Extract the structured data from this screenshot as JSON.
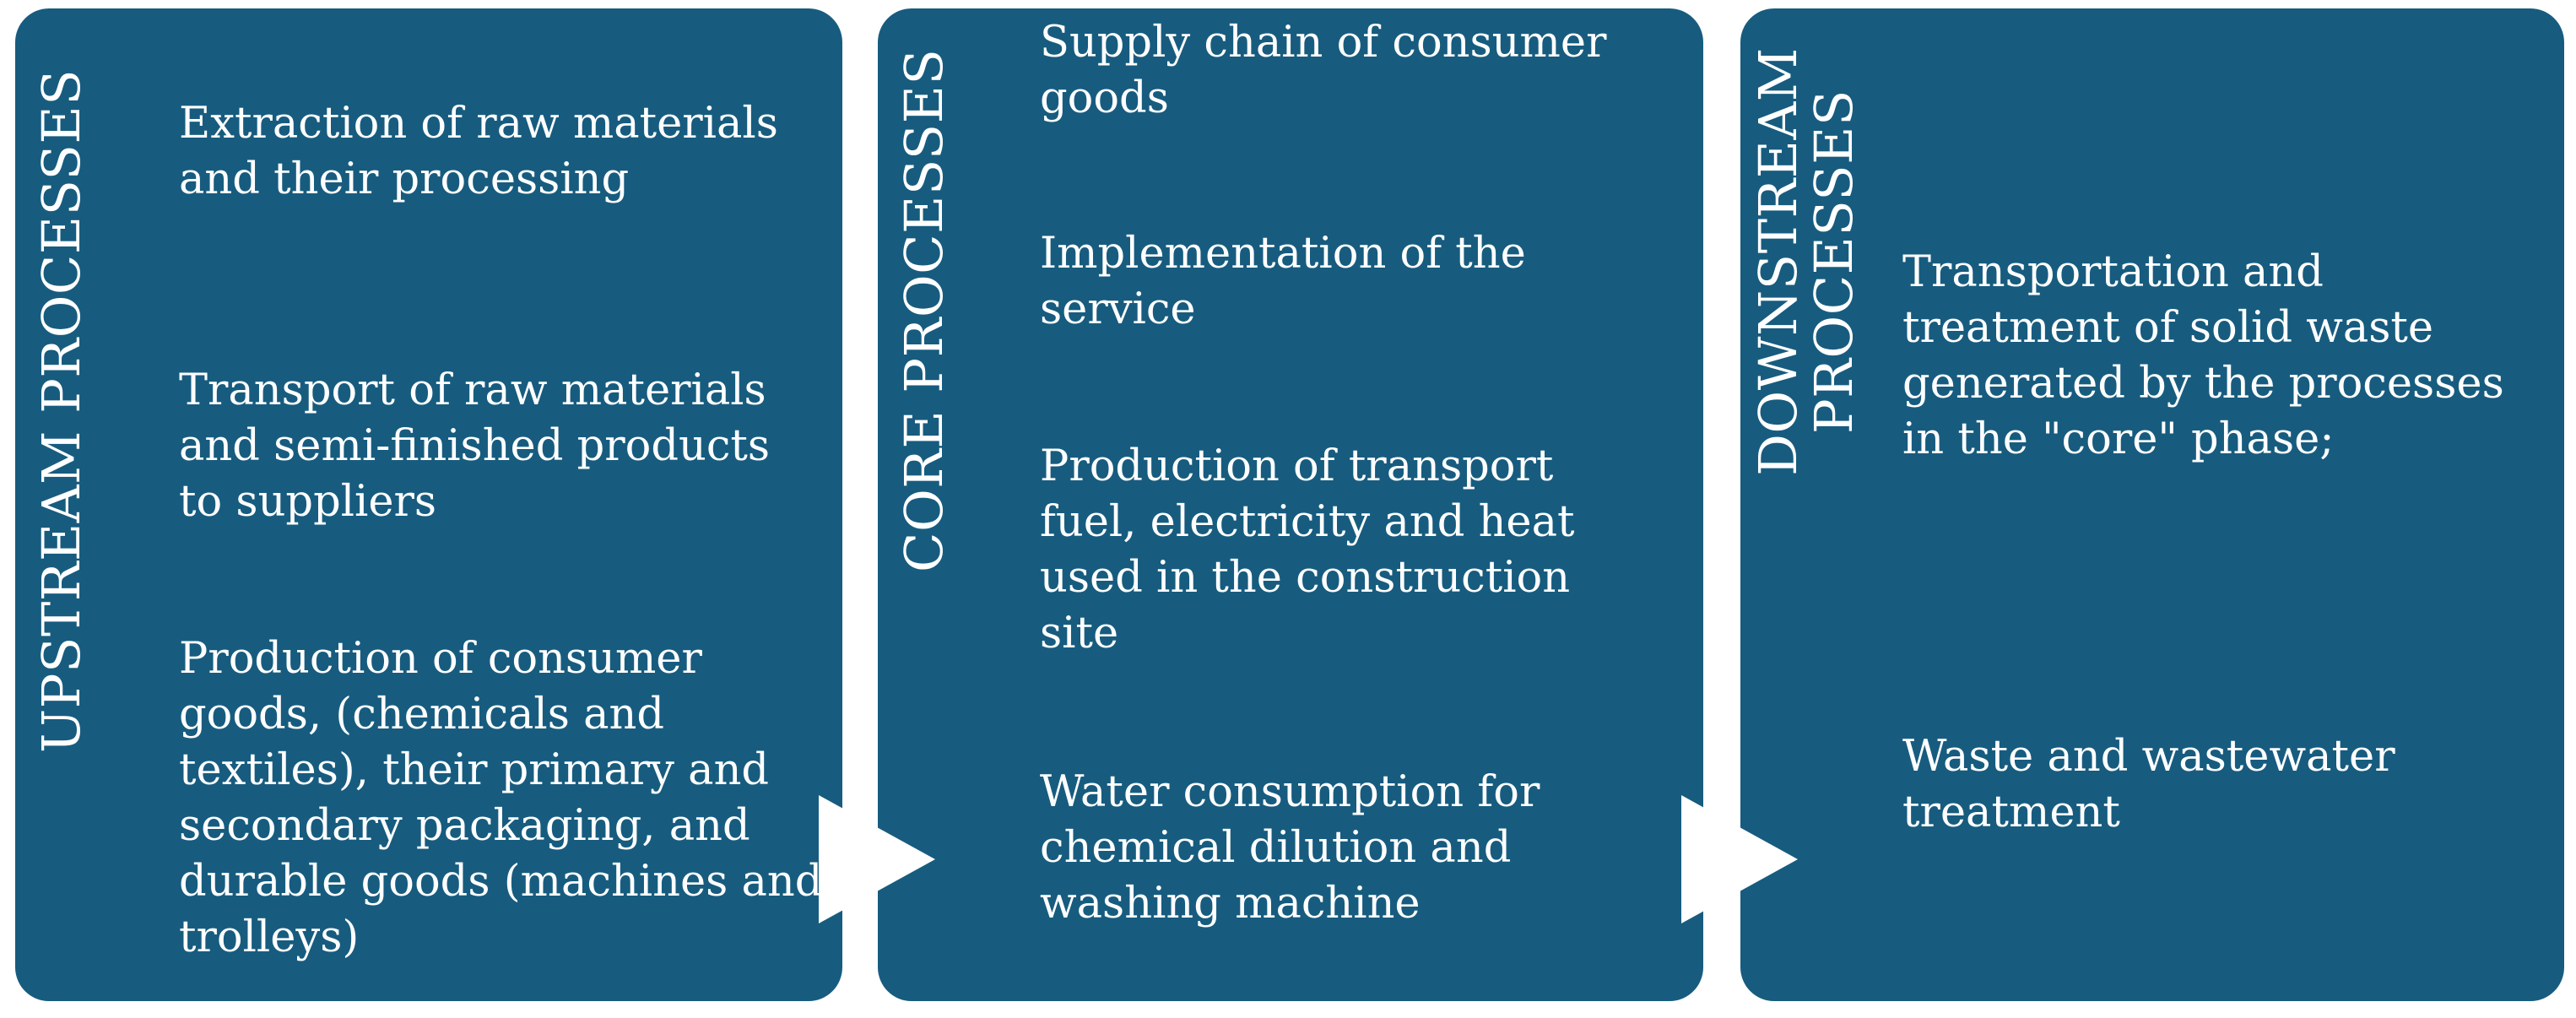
{
  "upstream": {
    "title": "UPSTREAM PROCESSES",
    "items": [
      "Extraction of raw materials and their processing",
      "Transport of raw materials and semi-finished products to suppliers",
      "Production of consumer goods, (chemicals and textiles), their primary and secondary packaging, and durable goods (machines and trolleys)"
    ]
  },
  "core": {
    "title": "CORE PROCESSES",
    "items": [
      "Supply chain of consumer goods",
      "Implementation of the service",
      "Production of transport fuel, electricity and heat used in the construction site",
      "Water consumption for chemical dilution and washing machine"
    ]
  },
  "downstream": {
    "title": "DOWNSTREAM PROCESSES",
    "items": [
      "Transportation and treatment of solid waste generated by the processes in the \"core\" phase;",
      "Waste and wastewater treatment"
    ]
  },
  "colors": {
    "panel": "#175c7f",
    "text": "#ffffff",
    "arrow": "#ffffff"
  }
}
